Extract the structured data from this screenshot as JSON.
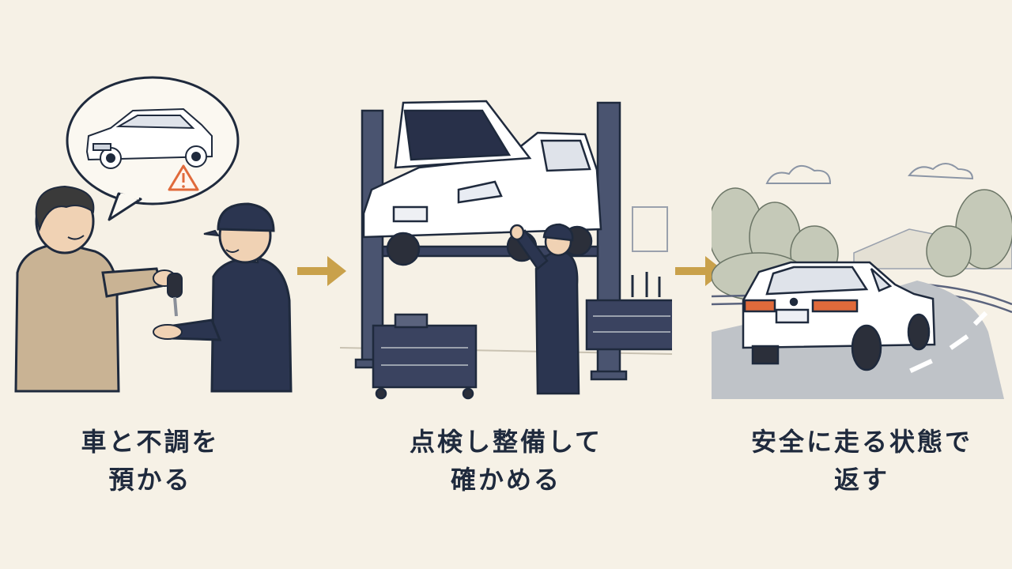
{
  "steps": [
    {
      "line1": "車と不調を",
      "line2": "預かる"
    },
    {
      "line1": "点検し整備して",
      "line2": "確かめる"
    },
    {
      "line1": "安全に走る状態で",
      "line2": "返す"
    }
  ],
  "icons": {
    "warning": "warning-triangle-icon",
    "arrow": "arrow-right-icon"
  },
  "colors": {
    "background": "#f6f1e6",
    "ink": "#1f2a3d",
    "arrow": "#c9a14b",
    "warning": "#e06a3b",
    "uniform": "#2b3550",
    "shirt": "#c9b394"
  }
}
